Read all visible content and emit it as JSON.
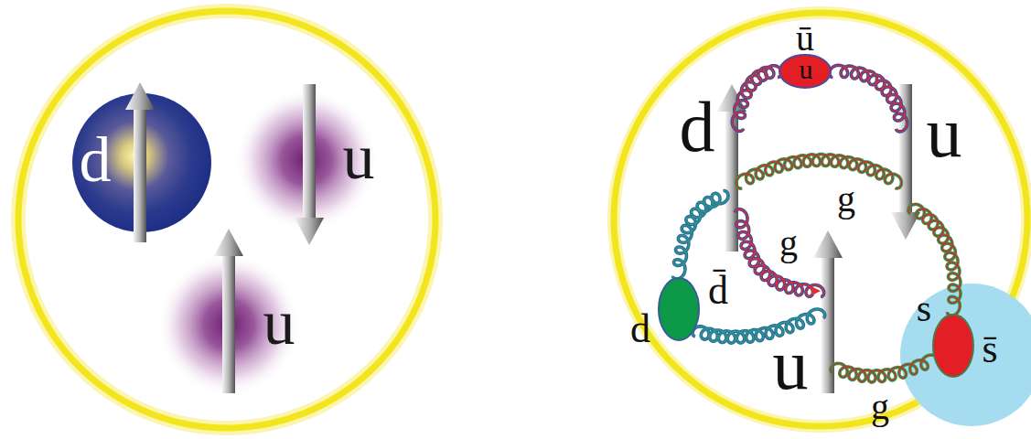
{
  "diagram": {
    "nodes": [
      {
        "text": [
          "d"
        ]
      },
      {
        "text": [
          "u"
        ]
      },
      {
        "text": [
          "u"
        ]
      },
      {
        "text": [
          "ū",
          "u"
        ]
      },
      {
        "text": [
          "d",
          "d̄"
        ]
      },
      {
        "text": [
          "s",
          "s̄"
        ]
      }
    ],
    "labels": [
      "d",
      "u",
      "g",
      "g",
      "u",
      "g"
    ]
  }
}
